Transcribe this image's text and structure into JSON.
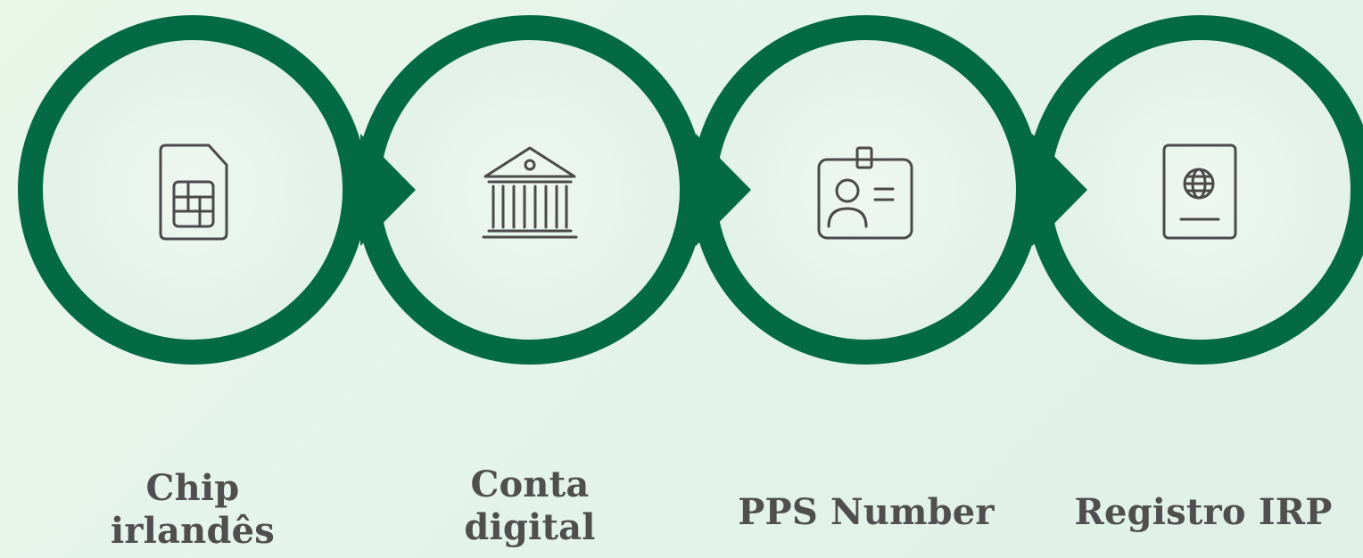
{
  "colors": {
    "ring": "#046a45",
    "icon_stroke": "#4a4a4a",
    "label_text": "#4f4f4f"
  },
  "steps": [
    {
      "icon": "sim-card-icon",
      "label_lines": [
        "Chip",
        "irlandês"
      ]
    },
    {
      "icon": "bank-icon",
      "label_lines": [
        "Conta",
        "digital"
      ]
    },
    {
      "icon": "id-badge-icon",
      "label_lines": [
        "PPS Number"
      ]
    },
    {
      "icon": "passport-icon",
      "label_lines": [
        "Registro IRP"
      ]
    }
  ]
}
